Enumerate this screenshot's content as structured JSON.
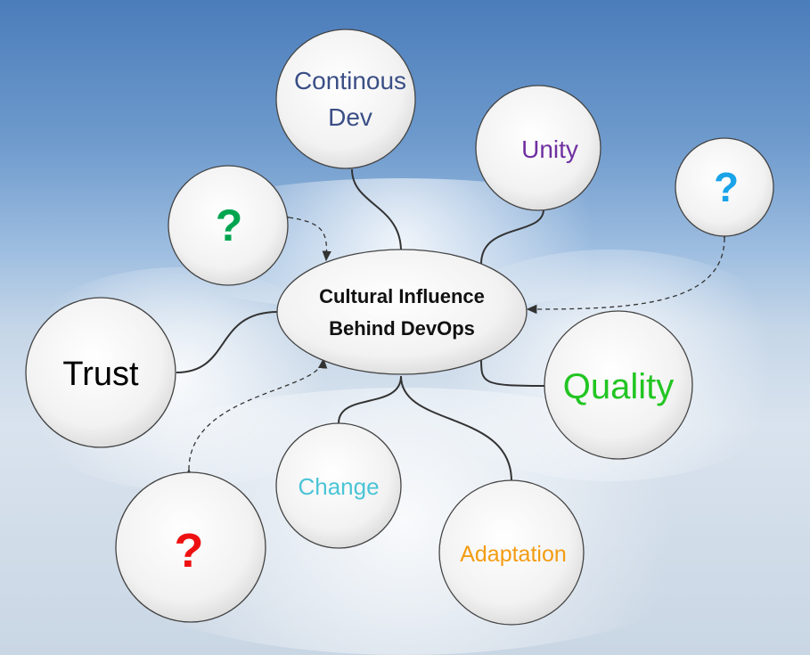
{
  "center": {
    "line1": "Cultural Influence",
    "line2": "Behind DevOps"
  },
  "nodes": {
    "continuous_dev": {
      "line1": "Continous",
      "line2": "Dev",
      "color": "#3b4f86"
    },
    "unity": {
      "label": "Unity",
      "color": "#7030a0"
    },
    "question_green": {
      "label": "?",
      "color": "#00a550"
    },
    "question_blue": {
      "label": "?",
      "color": "#1aa3e8"
    },
    "trust": {
      "label": "Trust",
      "color": "#000000"
    },
    "quality": {
      "label": "Quality",
      "color": "#22c522"
    },
    "change": {
      "label": "Change",
      "color": "#4bc4d6"
    },
    "adaptation": {
      "label": "Adaptation",
      "color": "#f39c12"
    },
    "question_red": {
      "label": "?",
      "color": "#ee1111"
    }
  }
}
